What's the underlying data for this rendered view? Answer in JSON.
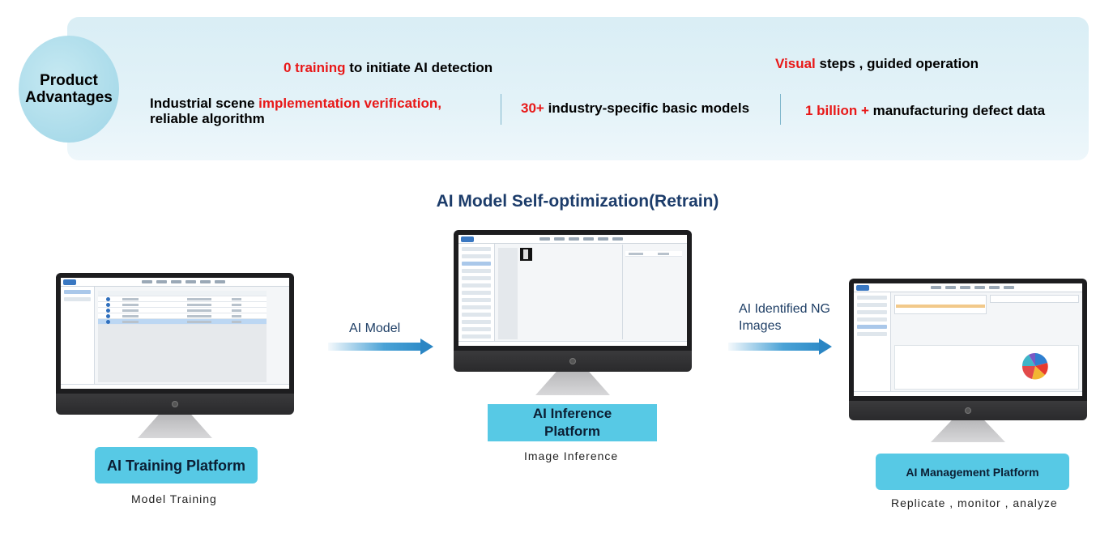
{
  "advantages": {
    "badge_line1": "Product",
    "badge_line2": "Advantages",
    "items": [
      {
        "highlight": "0 training",
        "text": " to initiate AI detection"
      },
      {
        "highlight": "Visual",
        "text": " steps , guided operation"
      },
      {
        "prefix": "Industrial scene ",
        "highlight": "implementation verification,",
        "line2": "reliable algorithm"
      },
      {
        "highlight": "30+",
        "text": " industry-specific basic models"
      },
      {
        "highlight": "1 billion +",
        "text": " manufacturing defect data"
      }
    ]
  },
  "title": "AI Model Self-optimization(Retrain)",
  "platforms": [
    {
      "name": "AI Training Platform",
      "description": "Model Training"
    },
    {
      "name_line1": "AI Inference",
      "name_line2": "Platform",
      "description": "Image Inference"
    },
    {
      "name": "AI Management Platform",
      "description": "Replicate , monitor , analyze"
    }
  ],
  "arrows": [
    {
      "label": "AI Model"
    },
    {
      "label_line1": "AI Identified NG",
      "label_line2": "Images"
    }
  ],
  "colors": {
    "highlight": "#e81818",
    "title": "#1c3c6a",
    "platform_label_bg": "#57c9e5",
    "arrow": "#2b86c4",
    "banner_bg": "#dcf0f6"
  },
  "icons": [
    "monitor-icon",
    "arrow-right-icon"
  ]
}
